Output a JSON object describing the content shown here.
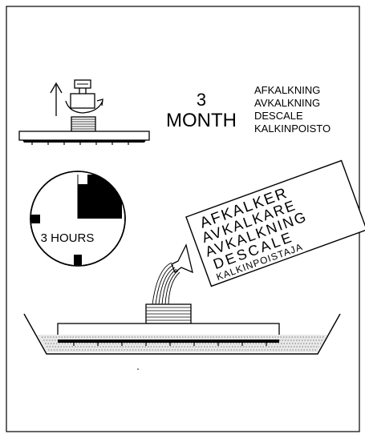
{
  "interval": {
    "number": "3",
    "unit": "MONTH",
    "translations": [
      "AFKALKNING",
      "AVKALKNING",
      "DESCALE",
      "KALKINPOISTO"
    ]
  },
  "timer": {
    "label": "3 HOURS"
  },
  "bottle": {
    "lines": [
      "AFKALKER",
      "AVKALKARE",
      "AVKALKNING",
      "DESCALE",
      "KALKINPOISTAJA"
    ]
  },
  "icons": [
    "up-arrow-icon",
    "rotate-arrow-icon",
    "clock-icon",
    "shower-head-icon",
    "descaler-bottle-icon",
    "basin-icon"
  ]
}
